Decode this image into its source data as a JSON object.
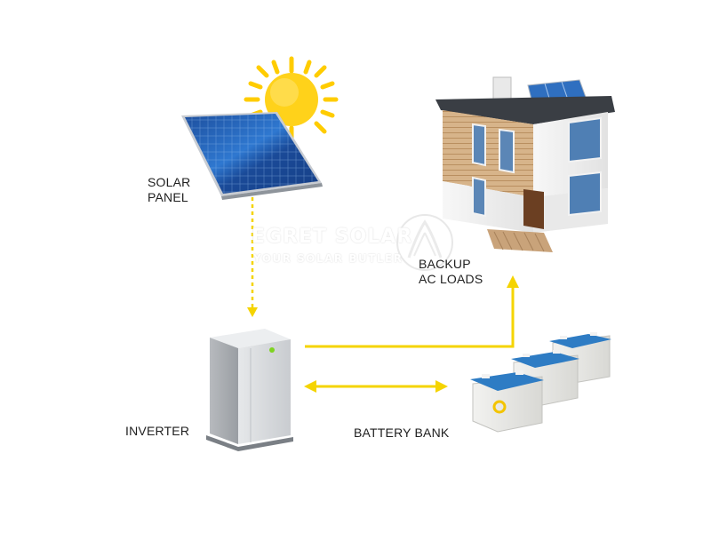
{
  "labels": {
    "solar_panel_line1": "SOLAR",
    "solar_panel_line2": "PANEL",
    "backup_line1": "BACKUP",
    "backup_line2": "AC LOADS",
    "inverter": "INVERTER",
    "battery_bank": "BATTERY BANK"
  },
  "watermark": {
    "brand": "EGRET SOLAR",
    "tagline": "YOUR SOLAR BUTLER"
  },
  "colors": {
    "arrow": "#f5d400",
    "sun": "#ffd21a",
    "panel": "#1f5fb3",
    "battery_top": "#2e7cc4",
    "inverter": "#d7d9db"
  },
  "icons": [
    "sun-icon",
    "solar-panel-icon",
    "house-icon",
    "inverter-icon",
    "battery-icon"
  ]
}
